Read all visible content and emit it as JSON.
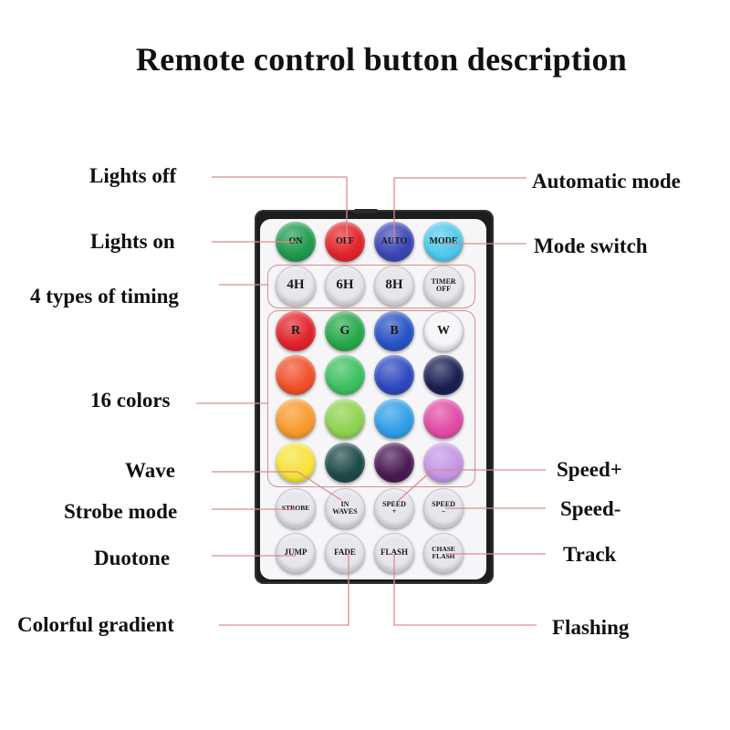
{
  "title": "Remote control button description",
  "labels": {
    "lights_off": "Lights off",
    "lights_on": "Lights on",
    "timing": "4 types of timing",
    "colors16": "16 colors",
    "wave": "Wave",
    "strobe_mode": "Strobe mode",
    "duotone": "Duotone",
    "colorful_gradient": "Colorful gradient",
    "automatic_mode": "Automatic mode",
    "mode_switch": "Mode switch",
    "speed_plus": "Speed+",
    "speed_minus": "Speed-",
    "track": "Track",
    "flashing": "Flashing"
  },
  "buttons": {
    "on": "ON",
    "off": "OFF",
    "auto": "AUTO",
    "mode": "MODE",
    "t4h": "4H",
    "t6h": "6H",
    "t8h": "8H",
    "timer_off_1": "TIMER",
    "timer_off_2": "OFF",
    "r": "R",
    "g": "G",
    "b": "B",
    "w": "W",
    "strobe": "STROBE",
    "in_waves_1": "IN",
    "in_waves_2": "WAVES",
    "speed_up_1": "SPEED",
    "speed_up_2": "+",
    "speed_down_1": "SPEED",
    "speed_down_2": "−",
    "jump": "JUMP",
    "fade": "FADE",
    "flash": "FLASH",
    "chase_flash_1": "CHASE",
    "chase_flash_2": "FLASH"
  },
  "colors": {
    "on": "#1f9b4e",
    "off": "#e3242b",
    "auto": "#3b46b5",
    "mode": "#4fc8ec",
    "r": "#e3232c",
    "g": "#27a84a",
    "b": "#2753c4",
    "w": "#f4f4f6",
    "row2": [
      "#f0502a",
      "#3cc060",
      "#2e48c0",
      "#1a1f52"
    ],
    "row3": [
      "#f79a2c",
      "#8fd24f",
      "#2f9fe6",
      "#e04ba6"
    ],
    "row4": [
      "#f7e23a",
      "#1d4a48",
      "#4a1a52",
      "#c496e6"
    ],
    "leader": "#d98c8c"
  }
}
